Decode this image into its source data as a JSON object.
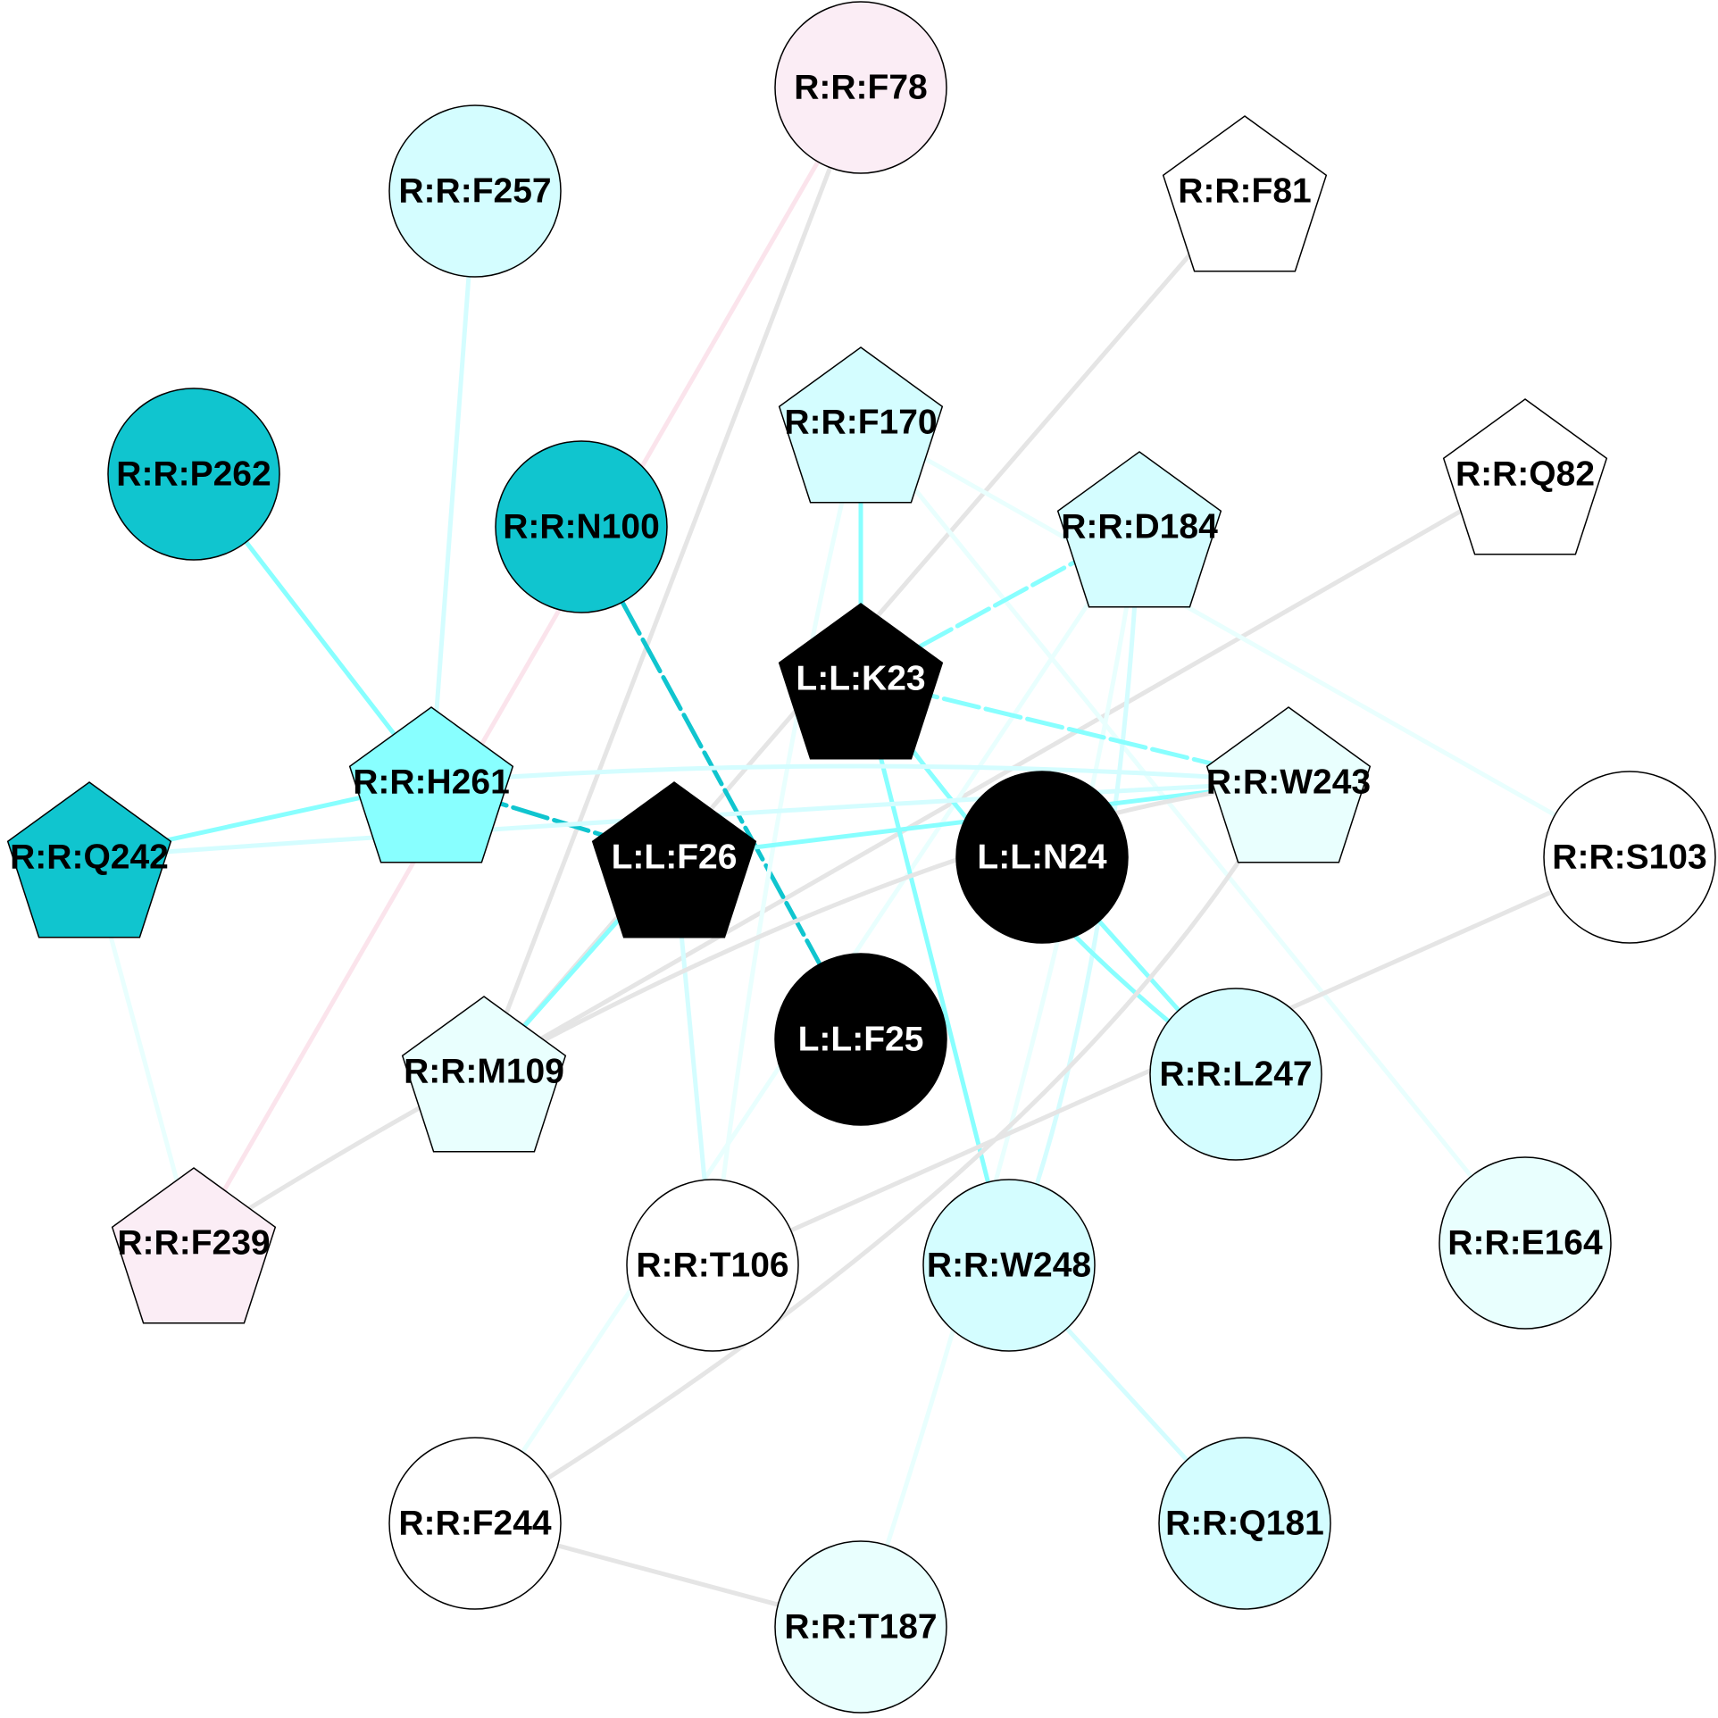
{
  "colors": {
    "ligand": "#000000",
    "teal_dark": "#10c5cf",
    "cyan_mid": "#88ffff",
    "cyan_light": "#d4fdff",
    "cyan_pale": "#e9fffe",
    "pink_pale": "#fbedf5",
    "white": "#ffffff",
    "edge_gray": "#e5e5e5",
    "edge_cyan": "#88ffff",
    "edge_cyan_pale": "#d4fdff",
    "edge_teal": "#10c5cf",
    "edge_pink": "#fbe4ec"
  },
  "nodes": [
    {
      "id": "R:R:F78",
      "label": "R:R:F78",
      "shape": "circle",
      "fill": "#fbedf5",
      "text": "#000000"
    },
    {
      "id": "R:R:F257",
      "label": "R:R:F257",
      "shape": "circle",
      "fill": "#d4fdff",
      "text": "#000000"
    },
    {
      "id": "R:R:F81",
      "label": "R:R:F81",
      "shape": "pentagon",
      "fill": "#ffffff",
      "text": "#000000"
    },
    {
      "id": "R:R:P262",
      "label": "R:R:P262",
      "shape": "circle",
      "fill": "#10c5cf",
      "text": "#000000"
    },
    {
      "id": "R:R:F170",
      "label": "R:R:F170",
      "shape": "pentagon",
      "fill": "#d4fdff",
      "text": "#000000"
    },
    {
      "id": "R:R:Q82",
      "label": "R:R:Q82",
      "shape": "pentagon",
      "fill": "#ffffff",
      "text": "#000000"
    },
    {
      "id": "R:R:N100",
      "label": "R:R:N100",
      "shape": "circle",
      "fill": "#10c5cf",
      "text": "#000000"
    },
    {
      "id": "R:R:D184",
      "label": "R:R:D184",
      "shape": "pentagon",
      "fill": "#d4fdff",
      "text": "#000000"
    },
    {
      "id": "L:L:K23",
      "label": "L:L:K23",
      "shape": "pentagon",
      "fill": "#000000",
      "text": "#ffffff"
    },
    {
      "id": "R:R:H261",
      "label": "R:R:H261",
      "shape": "pentagon",
      "fill": "#88ffff",
      "text": "#000000"
    },
    {
      "id": "R:R:W243",
      "label": "R:R:W243",
      "shape": "pentagon",
      "fill": "#e9fffe",
      "text": "#000000"
    },
    {
      "id": "R:R:Q242",
      "label": "R:R:Q242",
      "shape": "pentagon",
      "fill": "#10c5cf",
      "text": "#000000"
    },
    {
      "id": "L:L:F26",
      "label": "L:L:F26",
      "shape": "pentagon",
      "fill": "#000000",
      "text": "#ffffff"
    },
    {
      "id": "L:L:N24",
      "label": "L:L:N24",
      "shape": "circle",
      "fill": "#000000",
      "text": "#ffffff"
    },
    {
      "id": "R:R:S103",
      "label": "R:R:S103",
      "shape": "circle",
      "fill": "#ffffff",
      "text": "#000000"
    },
    {
      "id": "L:L:F25",
      "label": "L:L:F25",
      "shape": "circle",
      "fill": "#000000",
      "text": "#ffffff"
    },
    {
      "id": "R:R:M109",
      "label": "R:R:M109",
      "shape": "pentagon",
      "fill": "#e9fffe",
      "text": "#000000"
    },
    {
      "id": "R:R:L247",
      "label": "R:R:L247",
      "shape": "circle",
      "fill": "#d4fdff",
      "text": "#000000"
    },
    {
      "id": "R:R:E164",
      "label": "R:R:E164",
      "shape": "circle",
      "fill": "#e9fffe",
      "text": "#000000"
    },
    {
      "id": "R:R:F239",
      "label": "R:R:F239",
      "shape": "pentagon",
      "fill": "#fbedf5",
      "text": "#000000"
    },
    {
      "id": "R:R:T106",
      "label": "R:R:T106",
      "shape": "circle",
      "fill": "#ffffff",
      "text": "#000000"
    },
    {
      "id": "R:R:W248",
      "label": "R:R:W248",
      "shape": "circle",
      "fill": "#d4fdff",
      "text": "#000000"
    },
    {
      "id": "R:R:F244",
      "label": "R:R:F244",
      "shape": "circle",
      "fill": "#ffffff",
      "text": "#000000"
    },
    {
      "id": "R:R:Q181",
      "label": "R:R:Q181",
      "shape": "circle",
      "fill": "#d4fdff",
      "text": "#000000"
    },
    {
      "id": "R:R:T187",
      "label": "R:R:T187",
      "shape": "circle",
      "fill": "#e9fffe",
      "text": "#000000"
    }
  ],
  "edges": [
    {
      "source": "R:R:F78",
      "target": "R:R:F239",
      "color": "#fbe4ec",
      "style": "solid"
    },
    {
      "source": "R:R:F78",
      "target": "R:R:M109",
      "color": "#e5e5e5",
      "style": "solid"
    },
    {
      "source": "R:R:F81",
      "target": "R:R:M109",
      "color": "#e5e5e5",
      "style": "solid"
    },
    {
      "source": "R:R:Q82",
      "target": "R:R:M109",
      "color": "#e5e5e5",
      "style": "solid"
    },
    {
      "source": "R:R:F257",
      "target": "R:R:H261",
      "color": "#d4fdff",
      "style": "solid"
    },
    {
      "source": "R:R:P262",
      "target": "R:R:H261",
      "color": "#88ffff",
      "style": "solid"
    },
    {
      "source": "R:R:N100",
      "target": "L:L:F25",
      "color": "#10c5cf",
      "style": "dashed"
    },
    {
      "source": "R:R:F170",
      "target": "L:L:K23",
      "color": "#88ffff",
      "style": "solid"
    },
    {
      "source": "R:R:F170",
      "target": "R:R:T106",
      "color": "#e9fffe",
      "style": "solid"
    },
    {
      "source": "R:R:F170",
      "target": "R:R:S103",
      "color": "#e9fffe",
      "style": "solid"
    },
    {
      "source": "R:R:F170",
      "target": "R:R:E164",
      "color": "#e9fffe",
      "style": "solid"
    },
    {
      "source": "R:R:D184",
      "target": "L:L:K23",
      "color": "#88ffff",
      "style": "dashed"
    },
    {
      "source": "R:R:D184",
      "target": "R:R:W248",
      "color": "#d4fdff",
      "style": "solid"
    },
    {
      "source": "R:R:D184",
      "target": "R:R:F244",
      "color": "#e9fffe",
      "style": "solid"
    },
    {
      "source": "R:R:D184",
      "target": "R:R:T187",
      "color": "#e9fffe",
      "style": "solid"
    },
    {
      "source": "L:L:K23",
      "target": "R:R:W243",
      "color": "#88ffff",
      "style": "dashed"
    },
    {
      "source": "L:L:K23",
      "target": "R:R:W248",
      "color": "#88ffff",
      "style": "solid"
    },
    {
      "source": "L:L:K23",
      "target": "R:R:L247",
      "color": "#88ffff",
      "style": "solid"
    },
    {
      "source": "R:R:H261",
      "target": "L:L:F26",
      "color": "#10c5cf",
      "style": "dashed"
    },
    {
      "source": "R:R:Q242",
      "target": "R:R:H261",
      "color": "#88ffff",
      "style": "solid"
    },
    {
      "source": "R:R:H261",
      "target": "R:R:W243",
      "color": "#d4fdff",
      "style": "solid"
    },
    {
      "source": "R:R:Q242",
      "target": "R:R:W243",
      "color": "#d4fdff",
      "style": "solid"
    },
    {
      "source": "R:R:Q242",
      "target": "R:R:F239",
      "color": "#e9fffe",
      "style": "solid"
    },
    {
      "source": "L:L:F26",
      "target": "R:R:W243",
      "color": "#88ffff",
      "style": "solid"
    },
    {
      "source": "L:L:F26",
      "target": "R:R:M109",
      "color": "#88ffff",
      "style": "solid"
    },
    {
      "source": "L:L:F26",
      "target": "R:R:T106",
      "color": "#d4fdff",
      "style": "solid"
    },
    {
      "source": "L:L:N24",
      "target": "R:R:L247",
      "color": "#88ffff",
      "style": "solid"
    },
    {
      "source": "R:R:W243",
      "target": "R:R:F239",
      "color": "#e5e5e5",
      "style": "solid"
    },
    {
      "source": "R:R:W243",
      "target": "R:R:F244",
      "color": "#e5e5e5",
      "style": "solid"
    },
    {
      "source": "R:R:S103",
      "target": "R:R:T106",
      "color": "#e5e5e5",
      "style": "solid"
    },
    {
      "source": "R:R:W248",
      "target": "R:R:Q181",
      "color": "#d4fdff",
      "style": "solid"
    },
    {
      "source": "R:R:F244",
      "target": "R:R:T187",
      "color": "#e5e5e5",
      "style": "solid"
    }
  ]
}
